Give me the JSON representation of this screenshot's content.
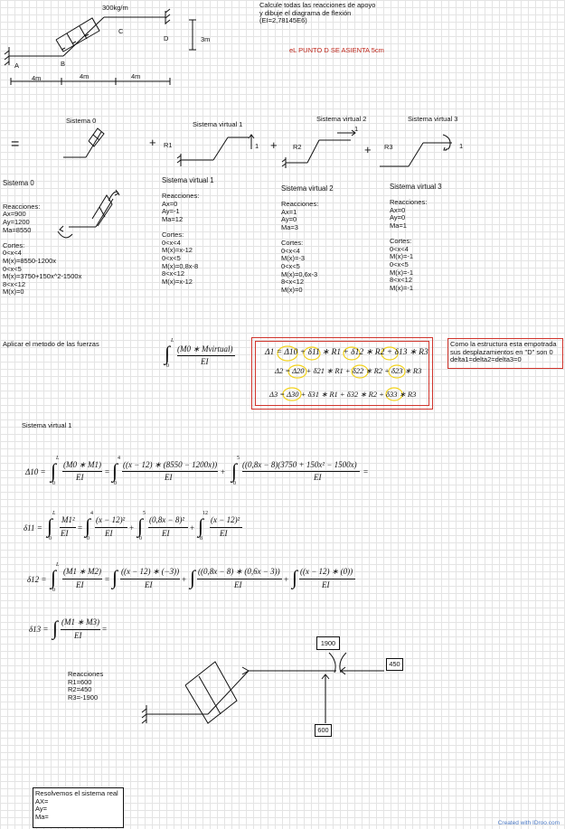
{
  "problem": {
    "load_label": "300kg/m",
    "point_c": "C",
    "point_d": "D",
    "point_a": "A",
    "point_b": "B",
    "height_label": "3m",
    "dim_1": "4m",
    "dim_2": "4m",
    "dim_3": "4m",
    "statement_1": "Calcule todas las reacciones de apoyo",
    "statement_2": "y dibuje el diagrama de flexión",
    "statement_3": "(EI=2,78145E6)",
    "settlement_note": "eL PUNTO D SE ASIENTA 5cm"
  },
  "systems_row": {
    "s0_title": "Sistema 0",
    "sv1_title": "Sistema virtual 1",
    "sv2_title": "Sistema virtual 2",
    "sv3_title": "Sistema virtual 3",
    "equals": "=",
    "plus1": "+",
    "plus2": "+",
    "plus3": "+",
    "r1": "R1",
    "r2": "R2",
    "r3": "R3",
    "one_a": "1",
    "one_b": "1",
    "one_c": "1"
  },
  "s0_block": {
    "title": "Sistema 0",
    "reac": "Reacciones:",
    "ax": "Ax=900",
    "ay": "Ay=1200",
    "ma": "Ma=8550",
    "cortes": "Cortes:",
    "c1": "0<x<4",
    "c2": "M(x)=8550-1200x",
    "c3": "0<x<5",
    "c4": "M(x)=3750+150x^2-1500x",
    "c5": "8<x<12",
    "c6": "M(x)=0"
  },
  "sv1_block": {
    "title": "Sistema virtual 1",
    "reac": "Reacciones:",
    "ax": "Ax=0",
    "ay": "Ay=-1",
    "ma": "Ma=12",
    "cortes": "Cortes:",
    "c1": "0<x<4",
    "c2": "M(x)=x-12",
    "c3": "0<x<5",
    "c4": "M(x)=0,8x-8",
    "c5": "8<x<12",
    "c6": "M(x)=x-12"
  },
  "sv2_block": {
    "title": "Sistema virtual 2",
    "reac": "Reacciones:",
    "ax": "Ax=1",
    "ay": "Ay=0",
    "ma": "Ma=3",
    "cortes": "Cortes:",
    "c1": "0<x<4",
    "c2": "M(x)=-3",
    "c3": "0<x<5",
    "c4": "M(x)=0,6x-3",
    "c5": "8<x<12",
    "c6": "M(x)=0"
  },
  "sv3_block": {
    "title": "Sistema virtual 3",
    "reac": "Reacciones:",
    "ax": "Ax=0",
    "ay": "Ay=0",
    "ma": "Ma=1",
    "cortes": "Cortes:",
    "c1": "0<x<4",
    "c2": "M(x)=-1",
    "c3": "0<x<5",
    "c4": "M(x)=-1",
    "c5": "8<x<12",
    "c6": "M(x)=-1"
  },
  "forces": {
    "label": "Aplicar el metodo de las fuerzas",
    "int_upper": "L",
    "int_lower": "0",
    "num": "(M0 ∗ Mvirtual)",
    "den": "EI",
    "eq1": "Δ1 = Δ10 + δ11 ∗ R1 + δ12 ∗ R2 + δ13 ∗ R3",
    "eq2": "Δ2 = Δ20 + δ21 ∗ R1 + δ22 ∗ R2 + δ23 ∗ R3",
    "eq3": "Δ3 = Δ30 + δ31 ∗ R1 + δ32 ∗ R2 + δ33 ∗ R3",
    "note_1": "Como la estructura esta empotrada",
    "note_2": "sus desplazamientos en \"D\" son 0",
    "note_3": "delta1=delta2=delta3=0"
  },
  "sv1_section": {
    "title": "Sistema virtual 1",
    "d10": "Δ10 =",
    "d10_n1": "(M0 ∗ M1)",
    "d10_n2": "((x − 12) ∗ (8550 − 1200x))",
    "d10_n3": "((0,8x − 8)(3750 + 150x² − 1500x)",
    "d11": "δ11 =",
    "d11_n1": "M1²",
    "d11_n2": "(x − 12)²",
    "d11_n3": "(0,8x − 8)²",
    "d11_n4": "(x − 12)²",
    "d12": "δ12 =",
    "d12_n1": "(M1 ∗ M2)",
    "d12_n2": "((x − 12) ∗ (−3))",
    "d12_n3": "((0,8x − 8) ∗ (0,6x − 3))",
    "d12_n4": "((x − 12) ∗ (0))",
    "d13": "δ13 =",
    "d13_n1": "(M1 ∗ M3)",
    "den": "EI",
    "eq": "=",
    "plus": "+",
    "lim_L": "L",
    "lim_0": "0",
    "lim_4": "4",
    "lim_5": "5",
    "lim_8": "8",
    "lim_12": "12"
  },
  "results": {
    "title": "Reacciones",
    "r1": "R1=600",
    "r2": "R2=450",
    "r3": "R3=-1900",
    "box_1900": "1900",
    "box_450": "450",
    "box_600": "600"
  },
  "real_system": {
    "title": "Resolvemos el sistema real",
    "ax": "AX=",
    "ay": "Ay=",
    "ma": "Ma="
  },
  "footer": {
    "credit": "Created with IDroo.com"
  }
}
